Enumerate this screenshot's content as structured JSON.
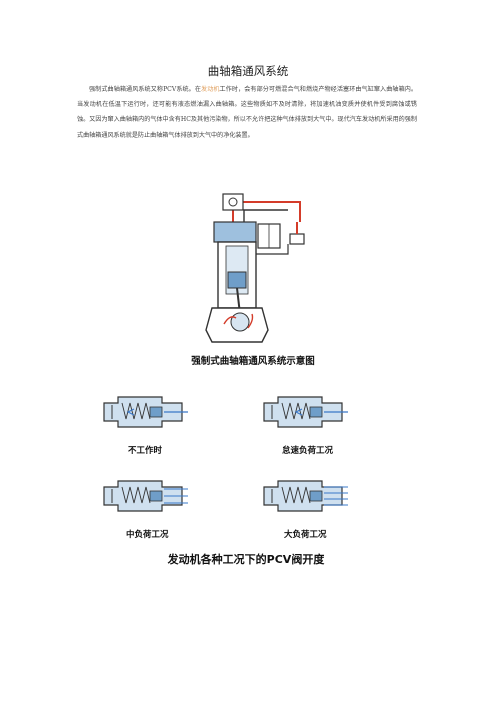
{
  "document": {
    "title": "曲轴箱通风系统",
    "paragraph": {
      "text_before": "强制式曲轴箱通风系统又称PCV系统。在",
      "link": "发动机",
      "text_after": "工作时，会有部分可燃混合气和燃烧产物经活塞环由气缸窜入曲轴箱内。当发动机在低温下运行时，还可能有液态燃油漏入曲轴箱。这些物质如不及时清除，将加速机油变质并使机件受到腐蚀或锈蚀。又因为窜入曲轴箱内的气体中含有HC及其他污染物，所以不允许把这种气体排放到大气中。现代汽车发动机所采用的强制式曲轴箱通风系统就是防止曲轴箱气体排放到大气中的净化装置。"
    }
  },
  "figure1": {
    "caption": "强制式曲轴箱通风系统示意图"
  },
  "figure2": {
    "caption": "发动机各种工况下的PCV阀开度",
    "panels": [
      "不工作时",
      "怠速负荷工况",
      "中负荷工况",
      "大负荷工况"
    ]
  },
  "colors": {
    "pipe_red": "#d43c2a",
    "body_blue": "#6f9ec9",
    "air_blue": "#3a78c8",
    "dark": "#333333",
    "link_orange": "#e0a060"
  }
}
